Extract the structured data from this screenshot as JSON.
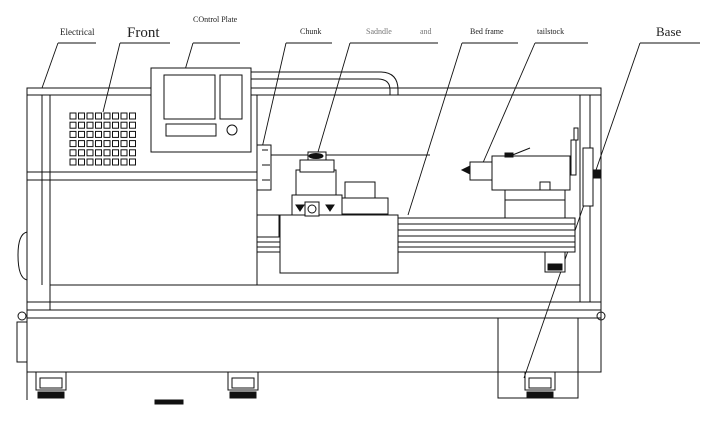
{
  "labels": {
    "electrical": "Electrical",
    "front": "Front",
    "control_plate": "COntrol Plate",
    "chunk": "Chunk",
    "saddle": "Sadndle",
    "and": "and",
    "bed_frame": "Bed frame",
    "tailstock": "tailstock",
    "base": "Base"
  }
}
